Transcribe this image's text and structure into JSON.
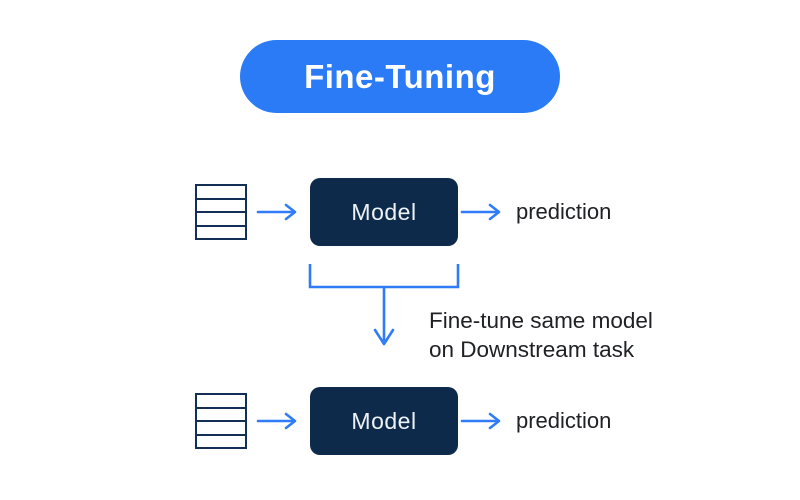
{
  "diagram": {
    "title": "Fine-Tuning",
    "pretrain_flow": {
      "input_icon": "dataset-table-icon",
      "model_label": "Model",
      "output_label": "prediction"
    },
    "finetune_flow": {
      "input_icon": "dataset-table-icon",
      "model_label": "Model",
      "output_label": "prediction"
    },
    "annotation": {
      "line1": "Fine-tune same model",
      "line2": "on Downstream task"
    },
    "colors": {
      "title_pill_blue": "#2C7BF6",
      "arrow_blue": "#2F7CF6",
      "model_box_navy": "#0E2A4A",
      "dataset_icon_navy": "#132F56",
      "text_dark": "#202124",
      "title_text_white": "#FFFFFF",
      "model_text_light": "#EDF2F7",
      "background": "#FFFFFF"
    }
  }
}
